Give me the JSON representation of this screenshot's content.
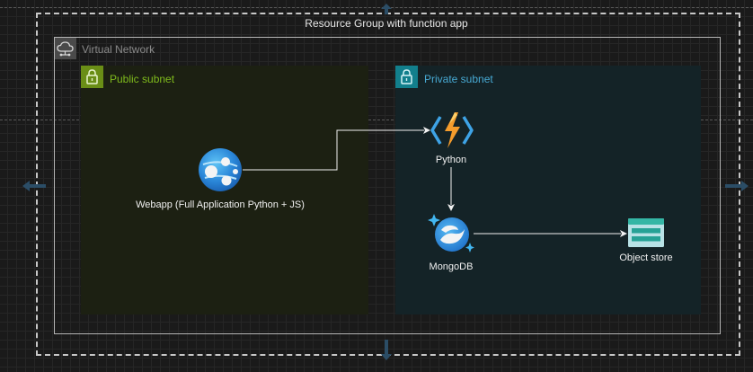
{
  "resource_group": {
    "label": "Resource Group with function app"
  },
  "virtual_network": {
    "label": "Virtual Network"
  },
  "public_subnet": {
    "label": "Public subnet",
    "color": "#7fba1c",
    "nodes": [
      {
        "label": "Webapp (Full Application Python + JS)",
        "icon": "azure-app-service-icon"
      }
    ]
  },
  "private_subnet": {
    "label": "Private subnet",
    "color": "#47a9d3",
    "nodes": [
      {
        "label": "Python",
        "icon": "azure-function-icon"
      },
      {
        "label": "MongoDB",
        "icon": "cosmos-db-icon"
      },
      {
        "label": "Object store",
        "icon": "storage-account-icon"
      }
    ]
  },
  "connections": [
    {
      "from": "Webapp (Full Application Python + JS)",
      "to": "Python"
    },
    {
      "from": "Python",
      "to": "MongoDB"
    },
    {
      "from": "MongoDB",
      "to": "Object store"
    }
  ]
}
